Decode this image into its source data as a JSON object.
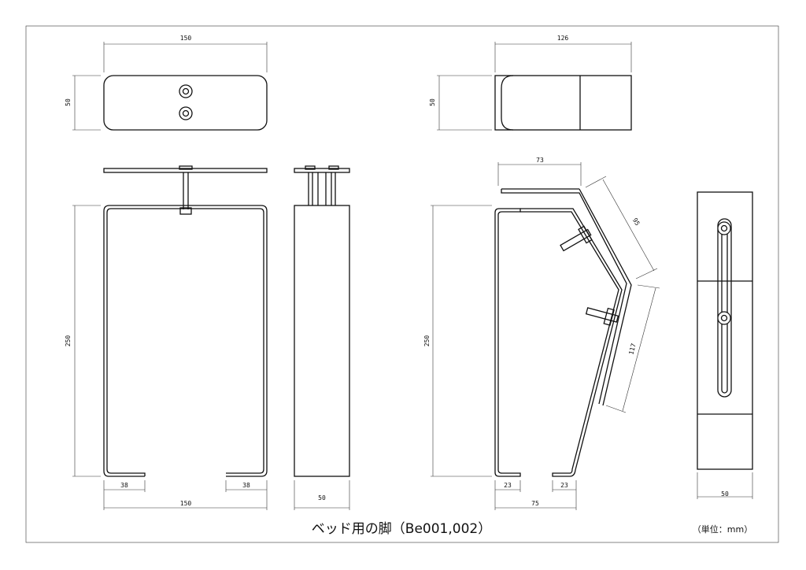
{
  "title": "ベッド用の脚（Be001,002）",
  "unit_note": "（単位：mm）",
  "dimensions": {
    "top_view_width": "150",
    "top_view_height": "50",
    "side_top_width": "126",
    "side_top_height": "50",
    "front_height": "250",
    "front_flange_left": "38",
    "front_flange_right": "38",
    "front_width": "150",
    "end_width": "50",
    "angled_top": "73",
    "angled_height": "250",
    "angled_diag_upper": "95",
    "angled_diag_lower": "117",
    "angled_flange_left": "23",
    "angled_flange_right": "23",
    "angled_width": "75",
    "back_width": "50"
  }
}
